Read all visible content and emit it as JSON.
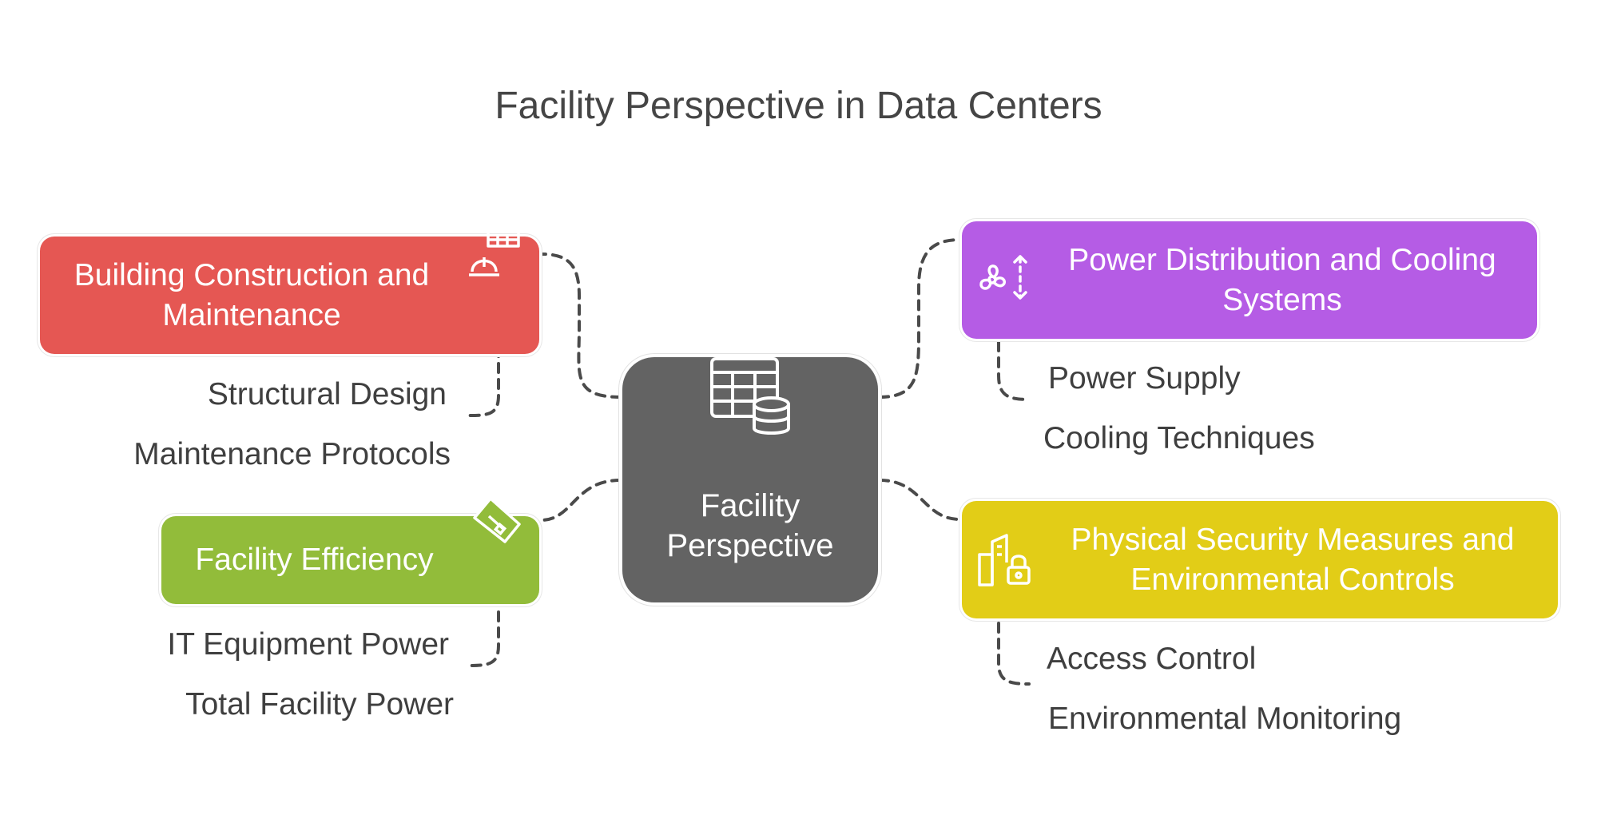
{
  "title": "Facility Perspective in Data Centers",
  "center": {
    "line1": "Facility",
    "line2": "Perspective",
    "icon": "table-database-icon"
  },
  "branches": {
    "building": {
      "line1": "Building Construction and",
      "line2": "Maintenance",
      "icon": "construction-building-icon",
      "color": "#e55753",
      "items": [
        "Structural Design",
        "Maintenance Protocols"
      ]
    },
    "efficiency": {
      "line1": "Facility Efficiency",
      "icon": "efficiency-tag-icon",
      "color": "#92bc3a",
      "items": [
        "IT Equipment Power",
        "Total Facility Power"
      ]
    },
    "power": {
      "line1": "Power Distribution and Cooling",
      "line2": "Systems",
      "icon": "fan-cooling-icon",
      "color": "#b55ce5",
      "items": [
        "Power Supply",
        "Cooling Techniques"
      ]
    },
    "security": {
      "line1": "Physical Security Measures and",
      "line2": "Environmental Controls",
      "icon": "secure-building-icon",
      "color": "#e2cd17",
      "items": [
        "Access Control",
        "Environmental Monitoring"
      ]
    }
  }
}
